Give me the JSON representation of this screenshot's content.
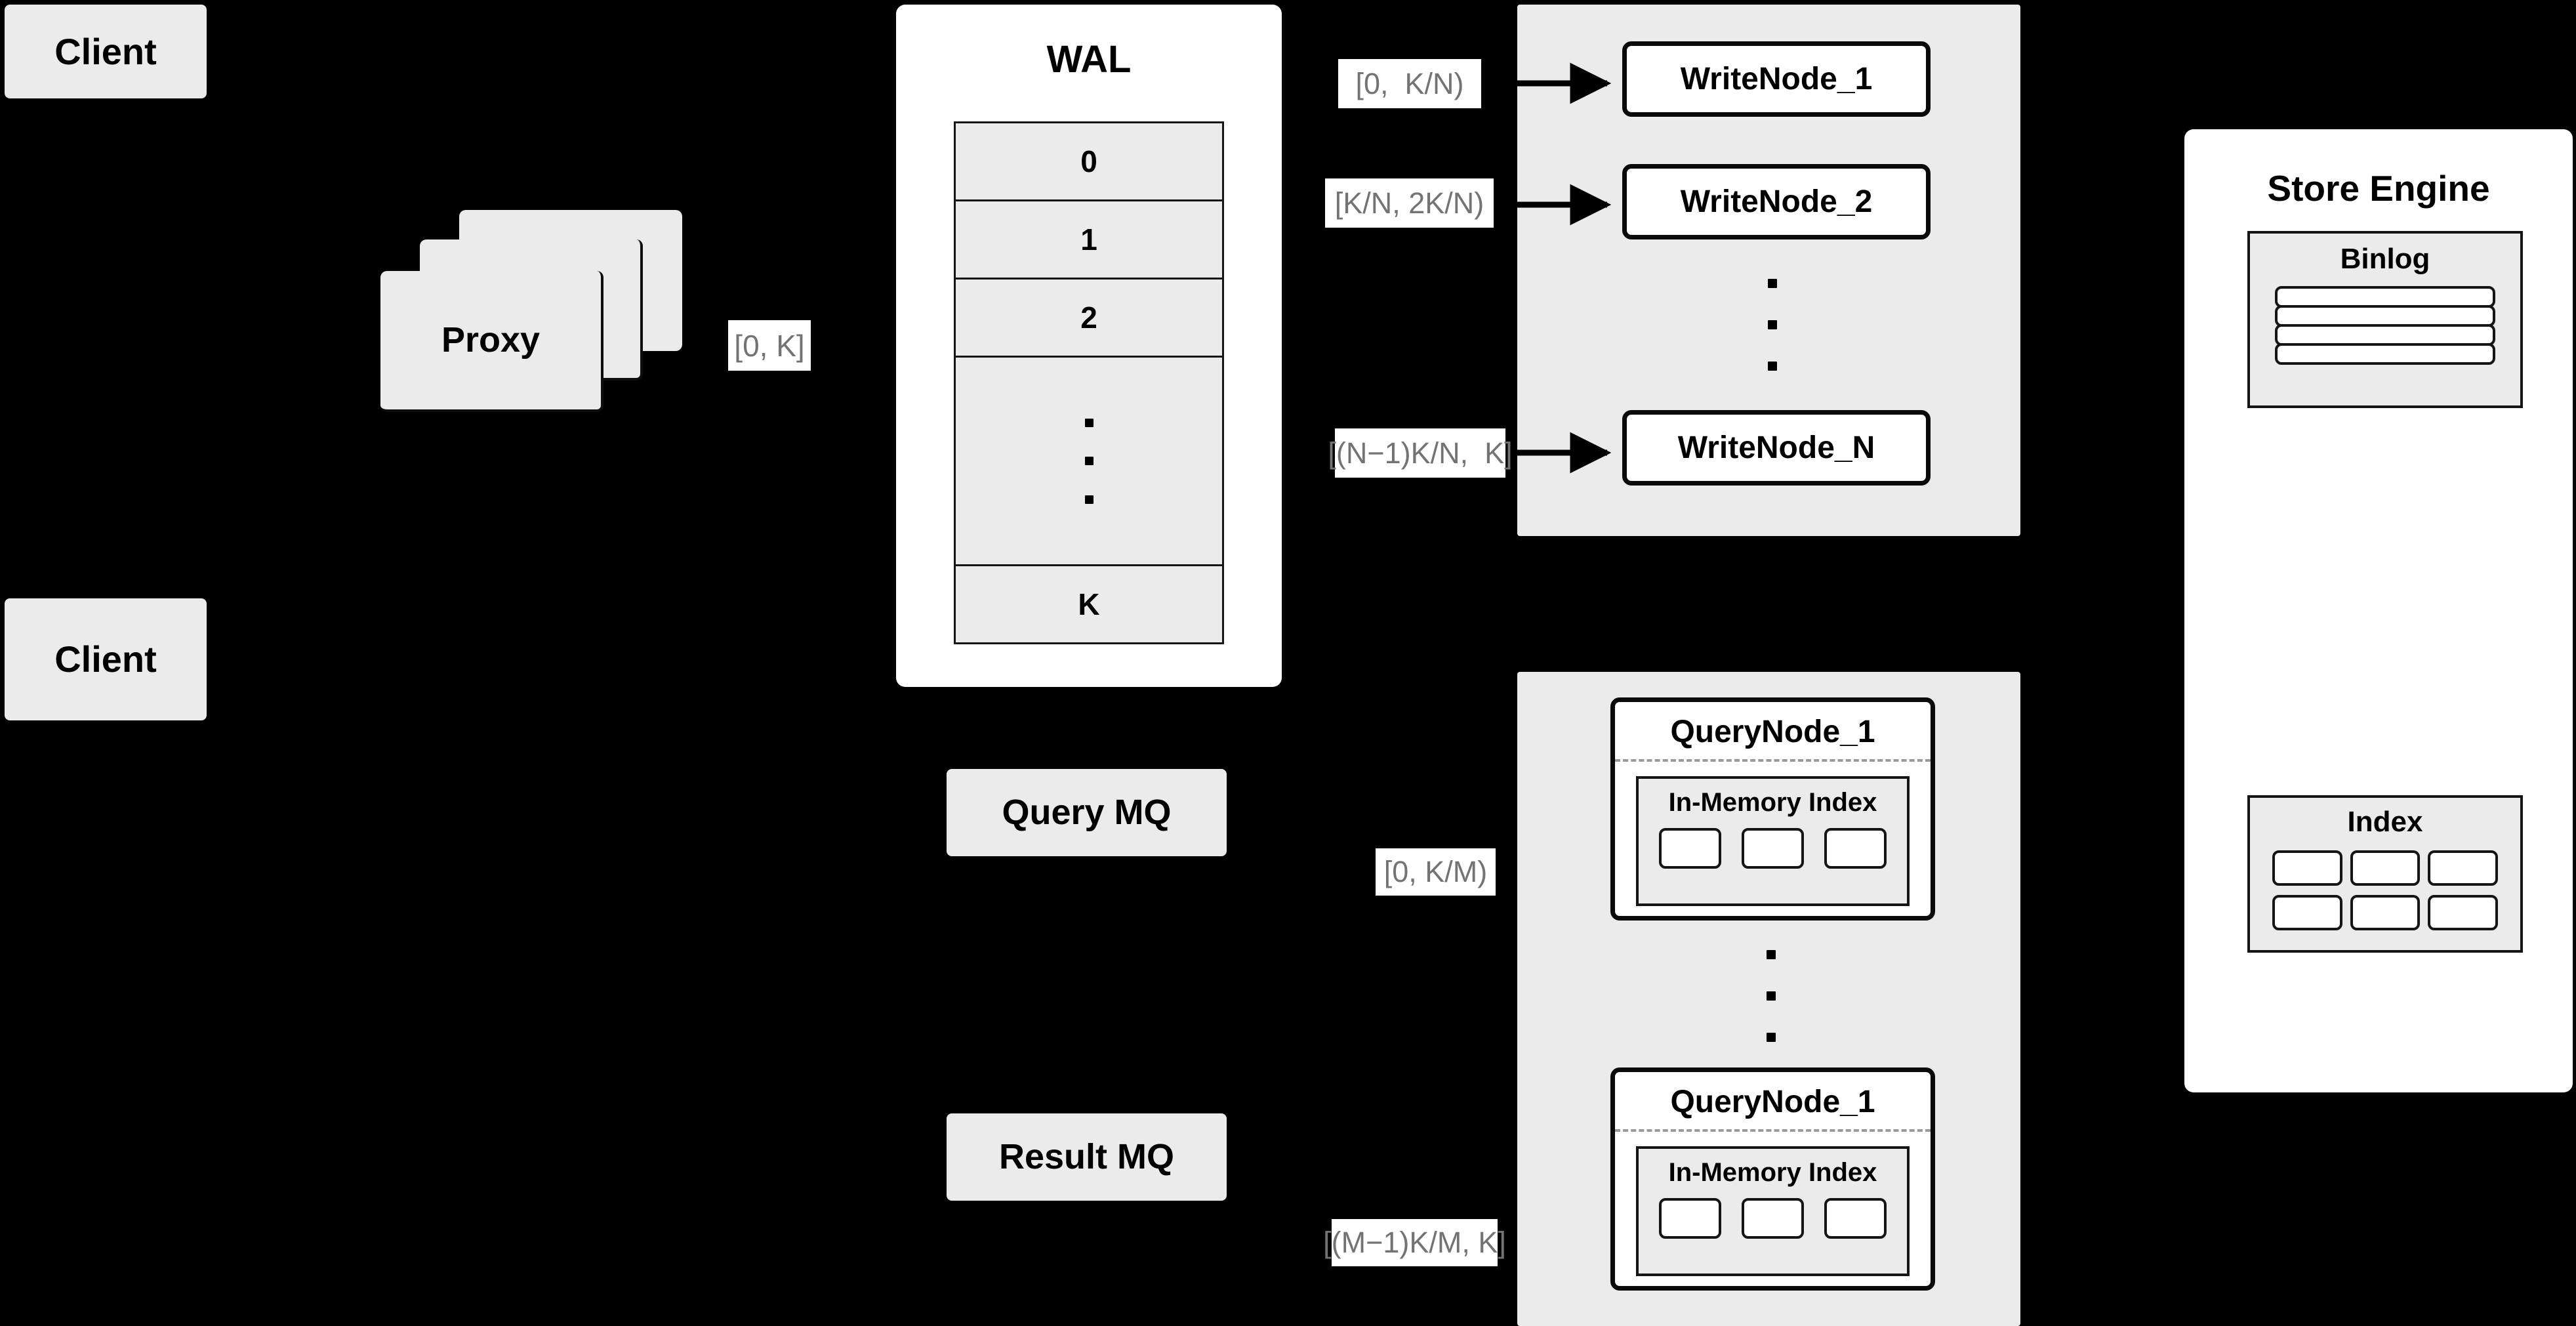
{
  "diagram": {
    "title": "Distributed Write-Ahead-Log Store Architecture",
    "background_color": "#000000",
    "node_fill": "#ebebeb",
    "panel_fill": "#ffffff",
    "stroke_color": "#151515",
    "label_text_color": "#737373"
  },
  "clients": [
    {
      "label": "Client"
    },
    {
      "label": "Client"
    }
  ],
  "proxy": {
    "label": "Proxy",
    "stack_count": 3,
    "output_label": "[0, K]"
  },
  "wal": {
    "title": "WAL",
    "rows": [
      {
        "label": "0"
      },
      {
        "label": "1"
      },
      {
        "label": "2"
      },
      {
        "label": "",
        "is_ellipsis": true
      },
      {
        "label": "K"
      }
    ]
  },
  "write_cluster": {
    "nodes": [
      {
        "label": "WriteNode_1",
        "range_label": "[0,  K/N)"
      },
      {
        "label": "WriteNode_2",
        "range_label": "[K/N, 2K/N)"
      },
      {
        "label": "WriteNode_N",
        "range_label": "[(N−1)K/N,  K]"
      }
    ],
    "ellipsis_between": true
  },
  "query_cluster": {
    "nodes": [
      {
        "label": "QueryNode_1",
        "range_label": "[0, K/M)",
        "index": {
          "title": "In-Memory Index",
          "segment_count": 3
        }
      },
      {
        "label": "QueryNode_1",
        "range_label": "[(M−1)K/M, K]",
        "index": {
          "title": "In-Memory Index",
          "segment_count": 3
        }
      }
    ],
    "ellipsis_between": true
  },
  "message_queues": [
    {
      "label": "Query MQ"
    },
    {
      "label": "Result MQ"
    }
  ],
  "store_engine": {
    "title": "Store Engine",
    "binlog": {
      "title": "Binlog",
      "entry_count": 4
    },
    "index": {
      "title": "Index",
      "cell_count": 6,
      "columns": 3,
      "rows": 2
    }
  }
}
